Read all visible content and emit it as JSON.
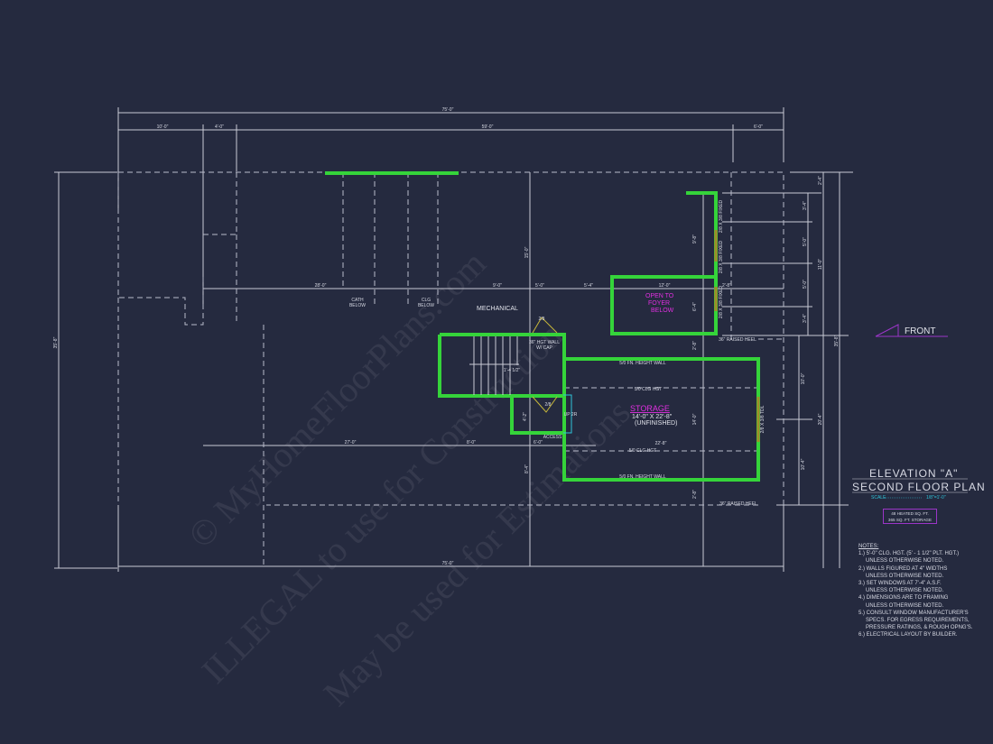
{
  "colors": {
    "background": "#252a3f",
    "walls": "#35d43a",
    "highlight_text": "#e02fe0",
    "scale_text": "#2fc4d8",
    "area_box": "#9b35c8",
    "front_arrow": "#9b35c8"
  },
  "title": {
    "line1": "ELEVATION \"A\"",
    "line2": "SECOND FLOOR PLAN",
    "scale_label": "SCALE",
    "scale_value": "1/8\"=1'-0\""
  },
  "area": {
    "heated": "48 HEATED SQ. FT.",
    "storage": "365 SQ. FT. STORAGE"
  },
  "front_label": "FRONT",
  "notes": {
    "heading": "NOTES:",
    "items": [
      "1.) 5'-0\" CLG. HGT. (5' - 1 1/2\" PLT. HGT.)",
      "UNLESS OTHERWISE NOTED.",
      "2.) WALLS FIGURED AT 4\" WIDTHS",
      "UNLESS OTHERWISE NOTED.",
      "3.) SET WINDOWS AT 7'-4\" A.S.F.",
      "UNLESS OTHERWISE NOTED.",
      "4.) DIMENSIONS ARE TO FRAMING",
      "UNLESS OTHERWISE NOTED.",
      "5.) CONSULT WINDOW MANUFACTURER'S",
      "SPECS. FOR EGRESS REQUIREMENTS,",
      "PRESSURE RATINGS, & ROUGH OPNG'S.",
      "6.) ELECTRICAL LAYOUT BY BUILDER."
    ]
  },
  "rooms": {
    "mechanical": "MECHANICAL",
    "storage": "STORAGE",
    "storage_size": "14'-0\" X 22'-8\"",
    "storage_note": "(UNFINISHED)",
    "open_foyer": [
      "OPEN TO",
      "FOYER",
      "BELOW"
    ]
  },
  "labels": [
    "75'-0\"",
    "10'-0\"",
    "4'-0\"",
    "59'-0\"",
    "6'-0\"",
    "28'-0\"",
    "9'-0\"",
    "5'-0\"",
    "5'-4\"",
    "12'-0\"",
    "2'-8\"",
    "CATH",
    "BELOW",
    "CLG",
    "BELOW",
    "5/0 FN. HEIGHT WALL",
    "5/0 CLG HGT",
    "5/0 CLG HGT",
    "22'-8\"",
    "5/0 FN. HEIGHT WALL",
    "36\" RAISED HEEL",
    "36\" RAISED HEEL",
    "27'-0\"",
    "8'-0\"",
    "6'-0\"",
    "ACCESS",
    "36\" HGT WALL",
    "W/ CAP",
    "2/8",
    "2/8",
    "UP 2R",
    "1'-4 1/2\"",
    "75'-0\""
  ],
  "vlabels": [
    "35'-8\"",
    "15'-0\"",
    "9'-8\"",
    "6'-4\"",
    "2'-8\"",
    "14'-0\"",
    "2'-8\"",
    "8'-4\"",
    "4'-2\"",
    "2'-4\"",
    "3'-4\"",
    "5'-0\"",
    "11'-0\"",
    "5'-0\"",
    "3'-4\"",
    "35'-8\"",
    "10'-0\"",
    "20'-4\"",
    "10'-4\"",
    "2/8 X 3/8 FIXED",
    "2/8 X 3/8 FIXED",
    "2/8 X 3/8 FIXED",
    "2/8 X 3/8 TDL"
  ],
  "watermarks": [
    "© MyHomeFloorPlans.com",
    "ILLEGAL to use for Construction",
    "May be used for Estimations"
  ]
}
